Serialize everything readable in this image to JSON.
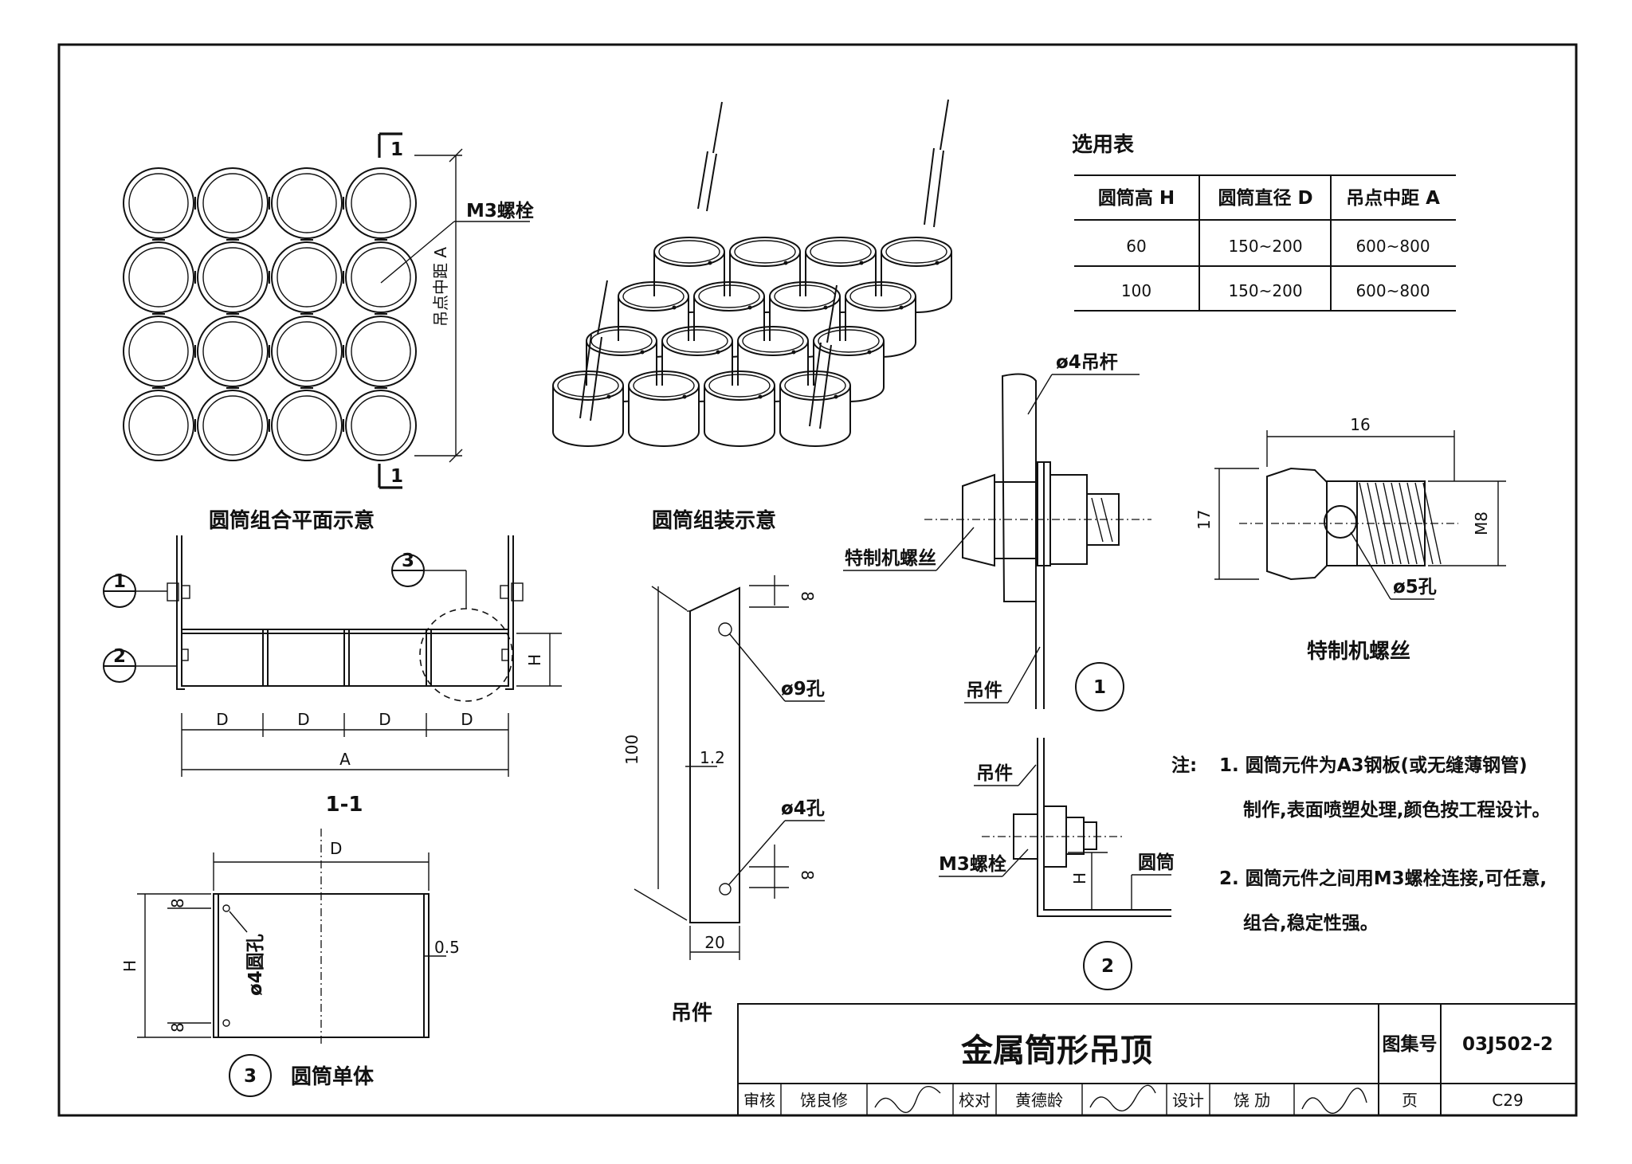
{
  "plan": {
    "title": "圆筒组合平面示意",
    "section_mark": "1",
    "bolt_label": "M3螺栓",
    "span_label": "吊点中距 A"
  },
  "assembly": {
    "title": "圆筒组装示意"
  },
  "table": {
    "title": "选用表",
    "headers": [
      "圆筒高 H",
      "圆筒直径 D",
      "吊点中距 A"
    ],
    "rows": [
      [
        "60",
        "150~200",
        "600~800"
      ],
      [
        "100",
        "150~200",
        "600~800"
      ]
    ]
  },
  "section": {
    "title": "1-1",
    "callouts": [
      "1",
      "2",
      "3"
    ],
    "d_label": "D",
    "a_label": "A",
    "h_label": "H"
  },
  "single": {
    "number": "3",
    "title": "圆筒单体",
    "d_label": "D",
    "h_label": "H",
    "dim_8": "8",
    "dim_05": "0.5",
    "hole_label": "ø4圆孔"
  },
  "hanger": {
    "title": "吊件",
    "dim_8": "8",
    "dim_100": "100",
    "dim_12": "1.2",
    "dim_20": "20",
    "hole9": "ø9孔",
    "hole4": "ø4孔"
  },
  "detail1": {
    "number": "1",
    "rod": "ø4吊杆",
    "screw": "特制机螺丝",
    "hanger": "吊件"
  },
  "detail2": {
    "number": "2",
    "hanger": "吊件",
    "bolt": "M3螺栓",
    "tube": "圆筒",
    "h_label": "H"
  },
  "screw": {
    "title": "特制机螺丝",
    "dim_16": "16",
    "dim_17": "17",
    "dim_m8": "M8",
    "hole5": "ø5孔"
  },
  "notes": {
    "label": "注:",
    "lines": [
      "1. 圆筒元件为A3钢板(或无缝薄钢管)",
      "制作,表面喷塑处理,颜色按工程设计。",
      "2. 圆筒元件之间用M3螺栓连接,可任意,",
      "组合,稳定性强。"
    ]
  },
  "titleblock": {
    "title": "金属筒形吊顶",
    "atlas_label": "图集号",
    "atlas_no": "03J502-2",
    "review_label": "审核",
    "reviewer": "饶良修",
    "check_label": "校对",
    "checker": "黄德龄",
    "design_label": "设计",
    "designer": "饶 劢",
    "page_label": "页",
    "page_no": "C29"
  }
}
